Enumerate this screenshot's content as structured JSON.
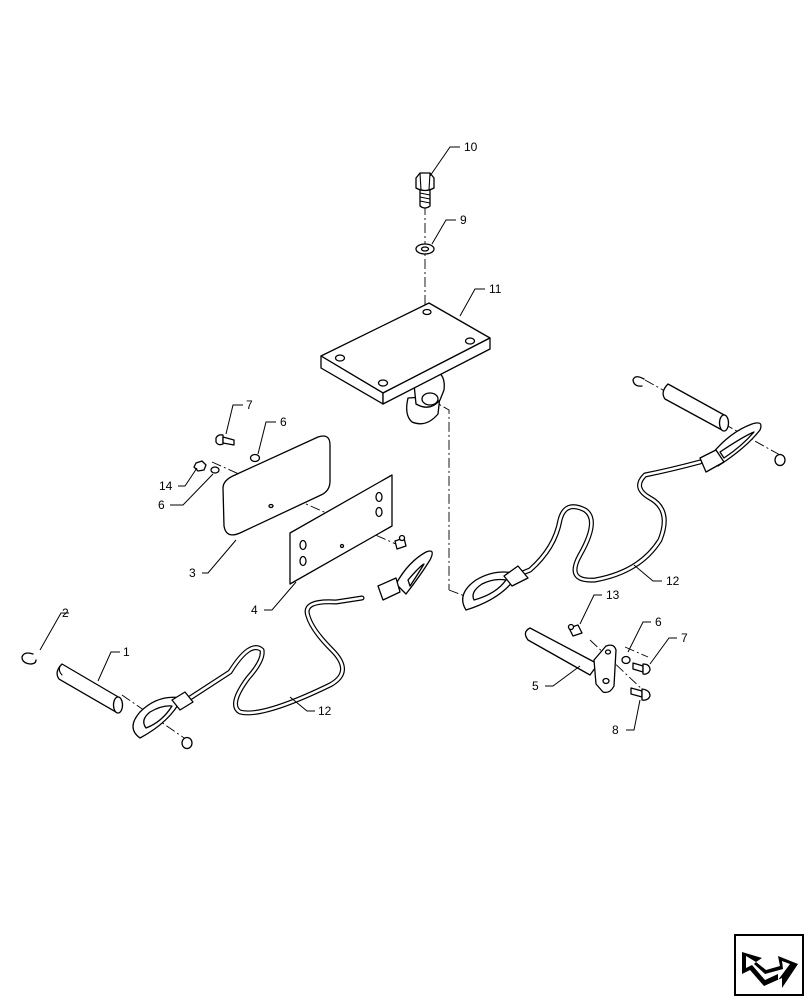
{
  "callouts": {
    "c1": "1",
    "c2": "2",
    "c3": "3",
    "c4": "4",
    "c5": "5",
    "c6a": "6",
    "c6b": "6",
    "c6c": "6",
    "c7a": "7",
    "c7b": "7",
    "c8": "8",
    "c9": "9",
    "c10": "10",
    "c11": "11",
    "c12a": "12",
    "c12b": "12",
    "c13": "13",
    "c14": "14"
  },
  "nav_icon": "next-page-arrow-icon"
}
